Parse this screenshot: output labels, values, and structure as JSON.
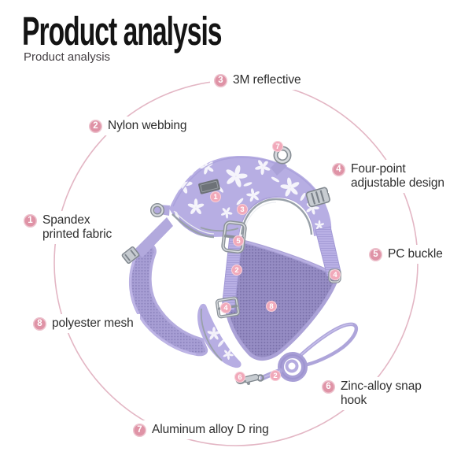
{
  "page": {
    "title": "Product analysis",
    "subtitle": "Product analysis"
  },
  "colors": {
    "callout_badge_pink": "#df93a6",
    "marker_pink": "#f1a9ba",
    "ring_pink": "#e3b6c4",
    "label_text": "#2e2e2e",
    "harness_lilac": "#b7aee3",
    "mesh_purple": "#968dc4",
    "webbing_lilac": "#b9b0e5",
    "metal_silver": "#c7ccd1"
  },
  "callouts": [
    {
      "number": "1",
      "label": "Spandex\nprinted fabric"
    },
    {
      "number": "2",
      "label": "Nylon webbing"
    },
    {
      "number": "3",
      "label": "3M reflective"
    },
    {
      "number": "4",
      "label": "Four-point\nadjustable design"
    },
    {
      "number": "5",
      "label": "PC buckle"
    },
    {
      "number": "6",
      "label": "Zinc-alloy snap\nhook"
    },
    {
      "number": "7",
      "label": "Aluminum alloy D ring"
    },
    {
      "number": "8",
      "label": "polyester mesh"
    }
  ],
  "product_markers": [
    {
      "number": "7",
      "part": "aluminum-alloy-d-ring"
    },
    {
      "number": "1",
      "part": "spandex-printed-fabric"
    },
    {
      "number": "3",
      "part": "3m-reflective-trim"
    },
    {
      "number": "5",
      "part": "pc-buckle"
    },
    {
      "number": "2",
      "part": "nylon-webbing-strap"
    },
    {
      "number": "4",
      "part": "adjust-point-right"
    },
    {
      "number": "4",
      "part": "adjust-point-left"
    },
    {
      "number": "8",
      "part": "polyester-mesh-panel"
    },
    {
      "number": "6",
      "part": "zinc-alloy-snap-hook"
    },
    {
      "number": "2",
      "part": "nylon-webbing-leash"
    }
  ]
}
